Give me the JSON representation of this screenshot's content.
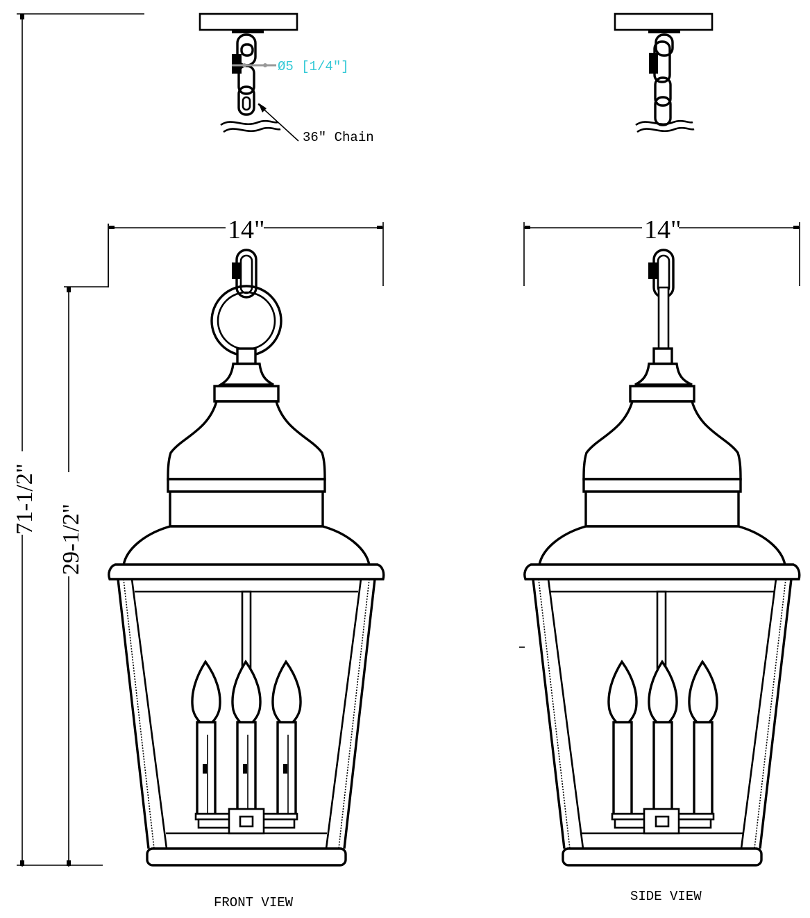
{
  "drawing": {
    "title": "Hanging Lantern Dimension Drawing",
    "stroke_color": "#000000",
    "accent_color": "#33c9d6"
  },
  "dimensions": {
    "overall_height": "71-1/2\"",
    "fixture_height": "29-1/2\"",
    "front_width": "14\"",
    "side_width": "14\""
  },
  "annotations": {
    "chain_diameter": "Ø5 [1/4\"]",
    "chain_length": "36\" Chain"
  },
  "views": [
    {
      "label": "FRONT VIEW",
      "candles": 3,
      "hanger": "ring"
    },
    {
      "label": "SIDE VIEW",
      "candles": 3,
      "hanger": "rod"
    }
  ]
}
